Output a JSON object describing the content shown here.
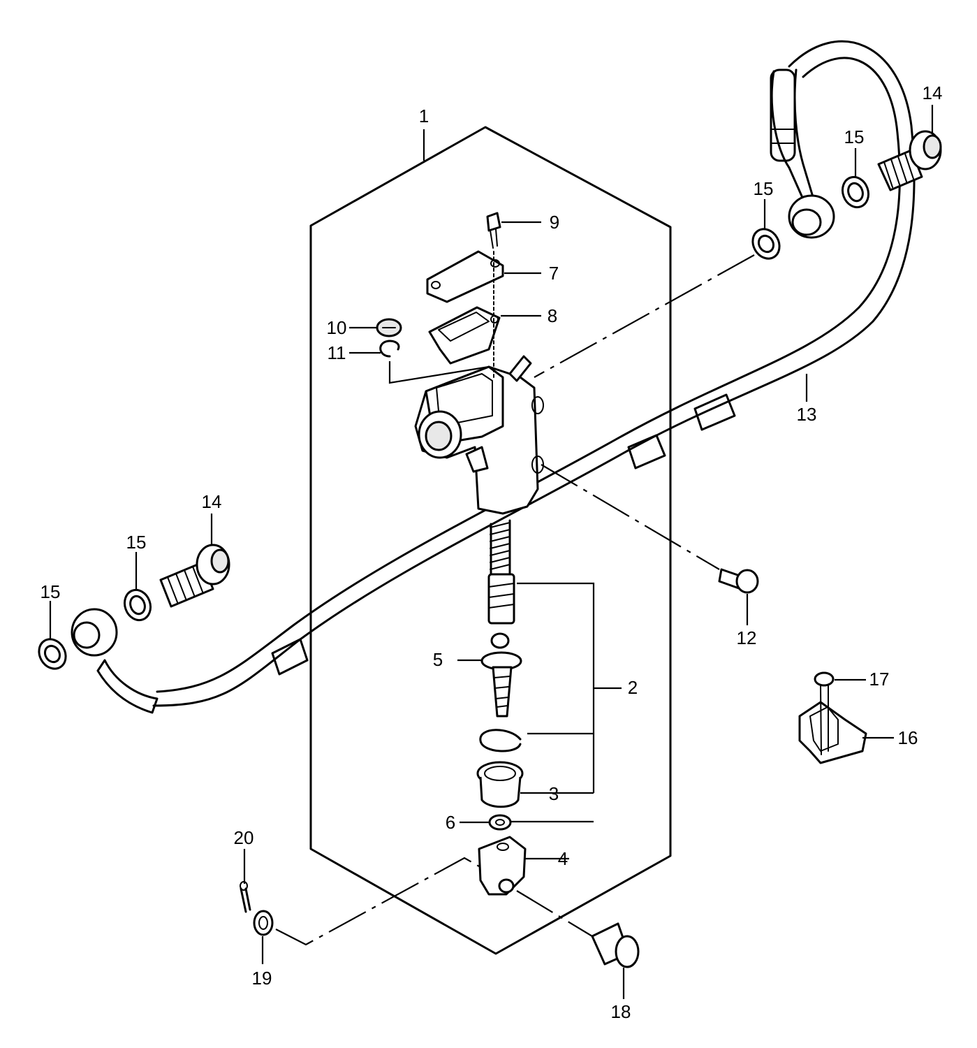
{
  "diagram": {
    "callouts": [
      {
        "id": "1",
        "text": "1"
      },
      {
        "id": "2",
        "text": "2"
      },
      {
        "id": "3",
        "text": "3"
      },
      {
        "id": "4",
        "text": "4"
      },
      {
        "id": "5",
        "text": "5"
      },
      {
        "id": "6",
        "text": "6"
      },
      {
        "id": "7",
        "text": "7"
      },
      {
        "id": "8",
        "text": "8"
      },
      {
        "id": "9",
        "text": "9"
      },
      {
        "id": "10",
        "text": "10"
      },
      {
        "id": "11",
        "text": "11"
      },
      {
        "id": "12",
        "text": "12"
      },
      {
        "id": "13",
        "text": "13"
      },
      {
        "id": "14a",
        "text": "14"
      },
      {
        "id": "14b",
        "text": "14"
      },
      {
        "id": "15a",
        "text": "15"
      },
      {
        "id": "15b",
        "text": "15"
      },
      {
        "id": "15c",
        "text": "15"
      },
      {
        "id": "15d",
        "text": "15"
      },
      {
        "id": "16",
        "text": "16"
      },
      {
        "id": "17",
        "text": "17"
      },
      {
        "id": "18",
        "text": "18"
      },
      {
        "id": "19",
        "text": "19"
      },
      {
        "id": "20",
        "text": "20"
      }
    ]
  }
}
